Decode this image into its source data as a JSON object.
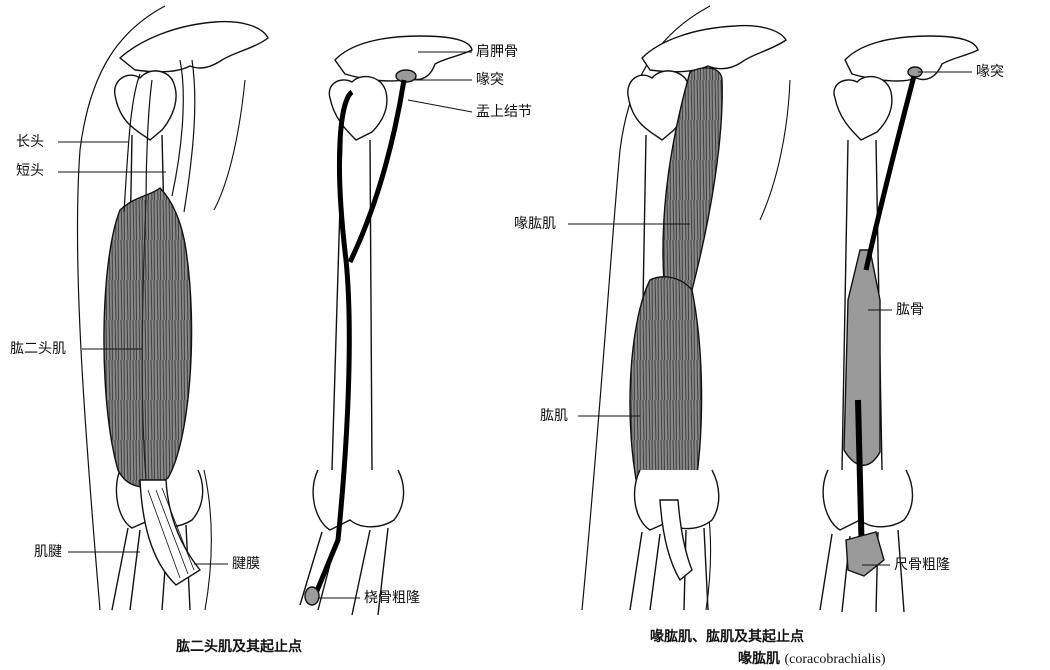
{
  "panel_left": {
    "labels": {
      "long_head": "长头",
      "short_head": "短头",
      "biceps": "肱二头肌",
      "tendon": "肌腱",
      "aponeurosis": "腱膜",
      "scapula": "肩胛骨",
      "coracoid": "喙突",
      "supraglenoid": "盂上结节",
      "radial_tuberosity": "桡骨粗隆"
    },
    "caption": "肱二头肌及其起止点"
  },
  "panel_right": {
    "labels": {
      "coracobrachialis": "喙肱肌",
      "brachialis": "肱肌",
      "coracoid": "喙突",
      "humerus": "肱骨",
      "ulnar_tuberosity": "尺骨粗隆"
    },
    "caption": "喙肱肌、肱肌及其起止点",
    "subcaption_cn": "喙肱肌",
    "subcaption_latin": "(coracobrachialis)"
  },
  "colors": {
    "muscle_fill": "#8a8a8a",
    "muscle_dark": "#3a3a3a",
    "bone_fill": "#ffffff",
    "attachment_fill": "#9a9a9a",
    "line": "#111111"
  }
}
